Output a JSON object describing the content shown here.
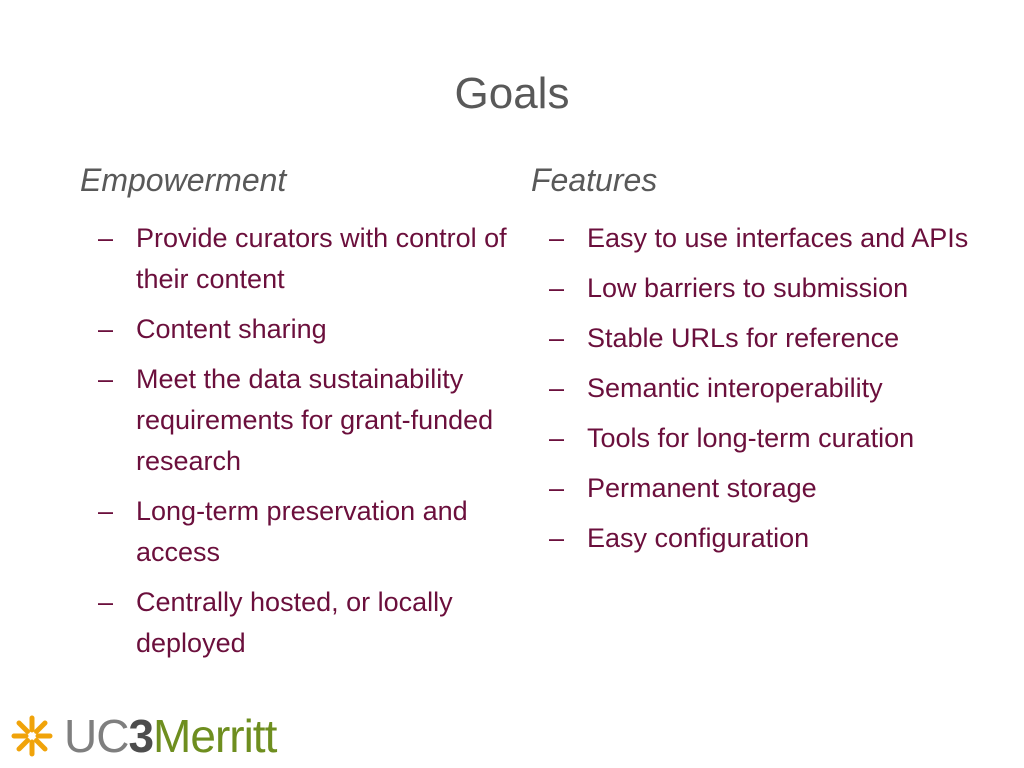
{
  "slide": {
    "title": "Goals"
  },
  "left_column": {
    "heading": "Empowerment",
    "bullet_marker": "–",
    "items": [
      "Provide curators with control of their content",
      "Content sharing",
      "Meet the data sustainability requirements for grant-funded research",
      "Long-term preservation and access",
      "Centrally hosted, or locally deployed"
    ]
  },
  "right_column": {
    "heading": "Features",
    "bullet_marker": "–",
    "items": [
      "Easy to use interfaces and APIs",
      "Low barriers to submission",
      "Stable URLs for reference",
      "Semantic interoperability",
      "Tools for long-term curation",
      "Permanent storage",
      "Easy configuration"
    ]
  },
  "logo": {
    "icon": "asterisk-star-icon",
    "part_uc": "UC",
    "part_three": "3",
    "part_merritt": "Merritt",
    "colors": {
      "uc": "#7f7f7f",
      "three": "#4d4d4d",
      "merritt": "#6e8e1f",
      "star": "#f0a30a"
    }
  },
  "colors": {
    "title": "#595959",
    "heading": "#595959",
    "bullet_text": "#6b0f3c",
    "background": "#ffffff"
  }
}
